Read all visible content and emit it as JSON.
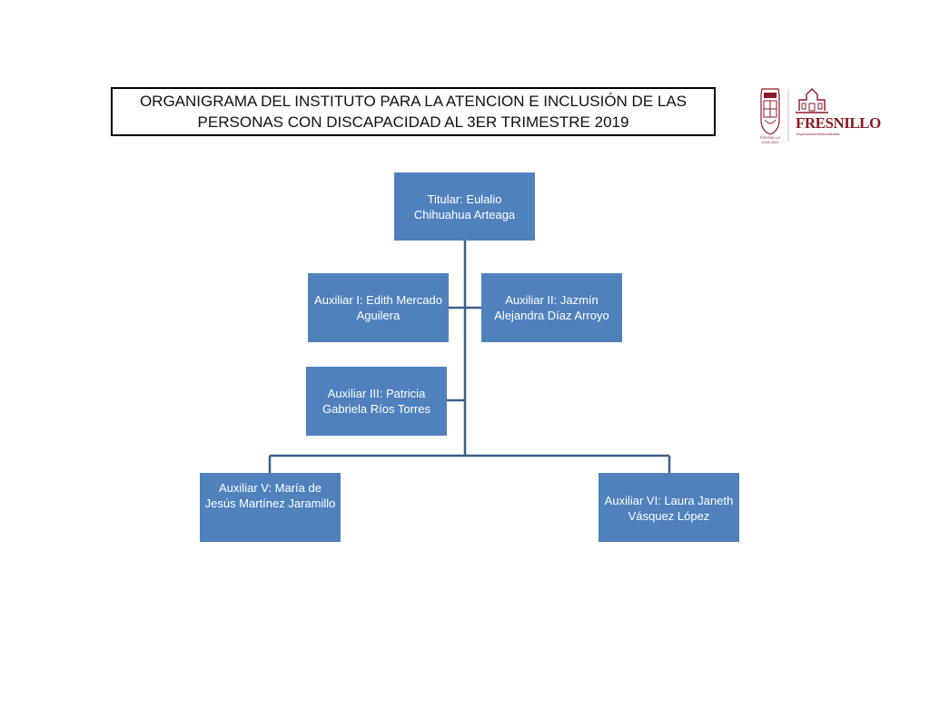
{
  "title": {
    "line1": "ORGANIGRAMA DEL INSTITUTO PARA LA ATENCION  E INCLUSIÓN DE LAS",
    "line2": "PERSONAS CON DISCAPACIDAD AL 3ER TRIMESTRE 2019"
  },
  "logos": {
    "seal_text": "FRESNILLO 2018-2021",
    "wordmark": "FRESNILLO",
    "tagline": "Esperanza transformadora",
    "color": "#8a1a24"
  },
  "nodes": {
    "titular": {
      "line1": "Titular: Eulalio",
      "line2": "Chihuahua Arteaga"
    },
    "aux1": {
      "line1": "Auxiliar I: Edith Mercado",
      "line2": "Aguilera"
    },
    "aux2": {
      "line1": "Auxiliar II: Jazmín",
      "line2": "Alejandra Díaz Arroyo"
    },
    "aux3": {
      "line1": "Auxiliar III: Patricia",
      "line2": "Gabriela Ríos Torres"
    },
    "aux5": {
      "line1": "Auxiliar  V: María de",
      "line2": "Jesús Martínez Jaramillo"
    },
    "aux6": {
      "line1": "Auxiliar VI:  Laura Janeth",
      "line2": "Vásquez López"
    }
  },
  "colors": {
    "node_fill": "#4f81bd",
    "connector": "#3b5f8a"
  }
}
